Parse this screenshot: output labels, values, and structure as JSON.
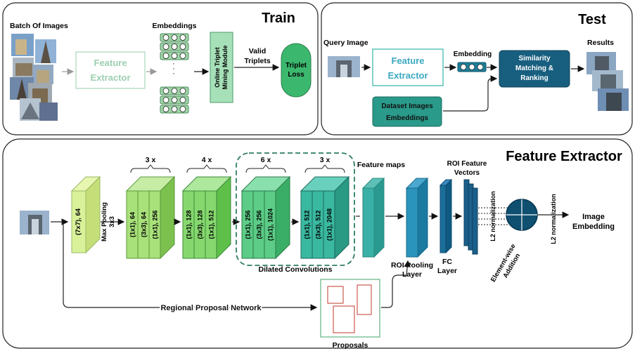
{
  "train": {
    "title": "Train",
    "batch_label": "Batch Of Images",
    "extractor_line1": "Feature",
    "extractor_line2": "Extractor",
    "embeddings_label": "Embeddings",
    "mining_line1": "Online Triplet",
    "mining_line2": "Mining Module",
    "valid_line1": "Valid",
    "valid_line2": "Triplets",
    "loss_line1": "Triplet",
    "loss_line2": "Loss"
  },
  "test": {
    "title": "Test",
    "query_label": "Query Image",
    "extractor_line1": "Feature",
    "extractor_line2": "Extractor",
    "embedding_label": "Embedding",
    "similarity_line1": "Similarity",
    "similarity_line2": "Matching &",
    "similarity_line3": "Ranking",
    "dataset_line1": "Dataset Images",
    "dataset_line2": "Embeddings",
    "results_label": "Results"
  },
  "fe": {
    "title": "Feature Extractor",
    "conv1": "(7x7), 64",
    "maxpool_line1": "Max Pooling",
    "maxpool_line2": "3x3",
    "rep1": "3 x",
    "rep2": "4 x",
    "rep3": "6 x",
    "rep4": "3 x",
    "b1": [
      "(1x1), 64",
      "(3x3), 64",
      "(1x1), 256"
    ],
    "b2": [
      "(1x1), 128",
      "(3x3), 128",
      "(1x1), 512"
    ],
    "b3": [
      "(1x1), 256",
      "(3x3), 256",
      "(1x1), 1024"
    ],
    "b4": [
      "(1x1), 512",
      "(3x3), 512",
      "(1x1), 2048"
    ],
    "dilated": "Dilated Convolutions",
    "feature_maps": "Feature maps",
    "roi_pool_line1": "ROI Pooling",
    "roi_pool_line2": "Layer",
    "fc_line1": "FC",
    "fc_line2": "Layer",
    "roi_vec_line1": "ROI Feature",
    "roi_vec_line2": "Vectors",
    "l2_a": "L2 normalization",
    "l2_b": "L2 normalization",
    "ew_line1": "Element-wise",
    "ew_line2": "Addition",
    "out_line1": "Image",
    "out_line2": "Embedding",
    "rpn": "Regional Proposal Network",
    "proposals": "Proposals"
  },
  "colors": {
    "light_green": "#d9f29a",
    "green1": "#8fd66a",
    "green2": "#6ccf6c",
    "teal": "#3aab8e",
    "blue_teal": "#2a9bb0",
    "dark_blue": "#1a7aa0",
    "navy": "#0f5a80",
    "box_teal": "#1d7f8f"
  }
}
